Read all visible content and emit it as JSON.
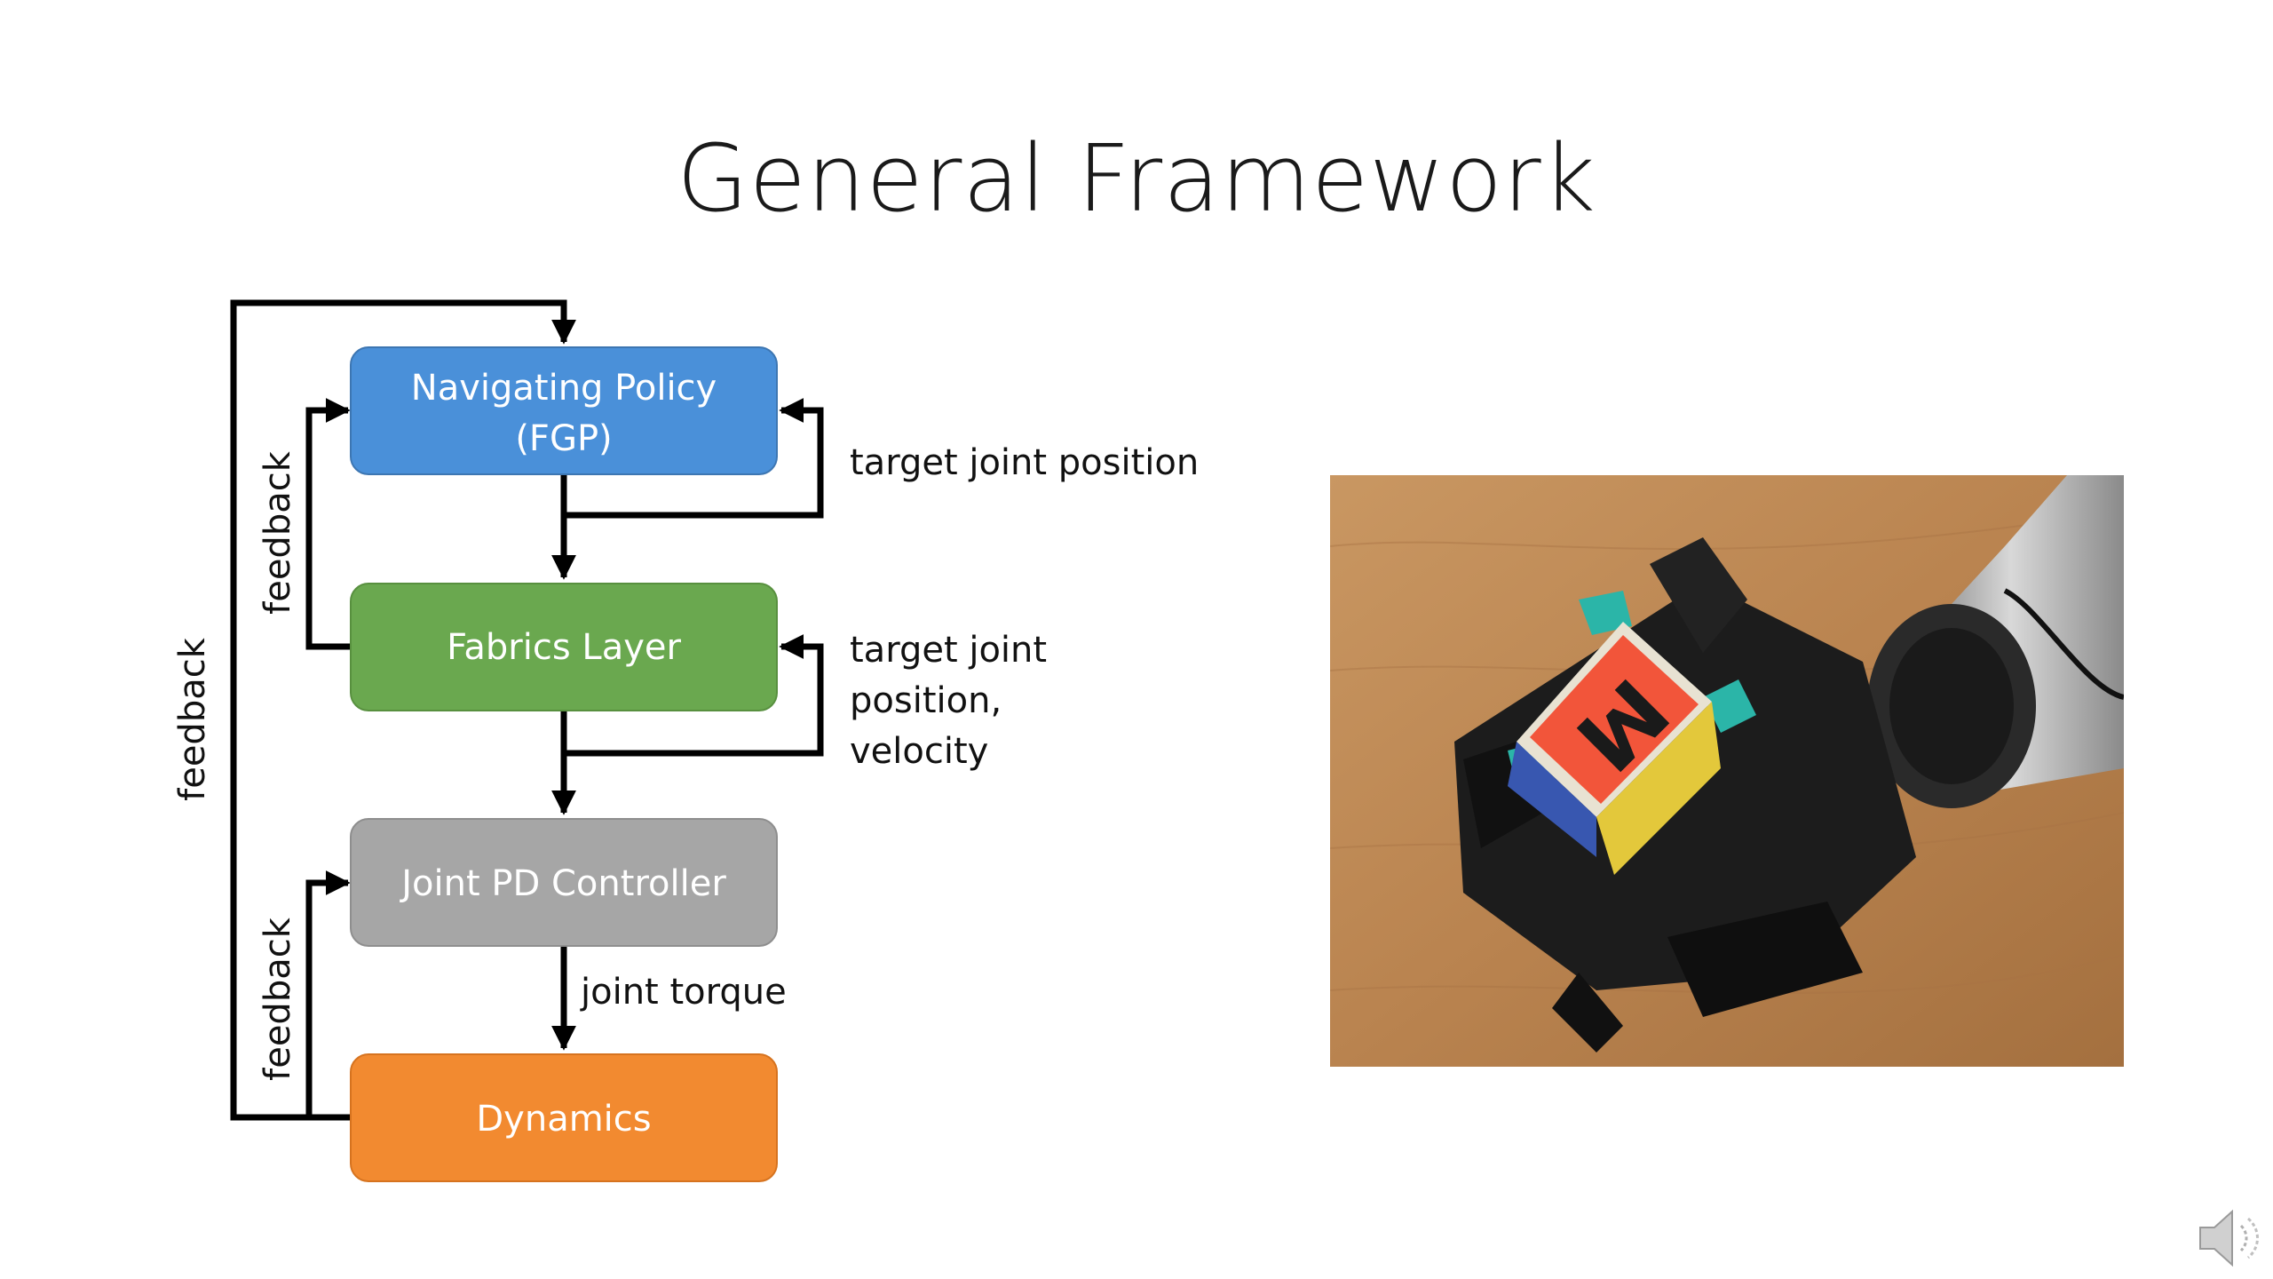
{
  "slide": {
    "title": "General Framework"
  },
  "diagram": {
    "nodes": [
      {
        "id": "policy",
        "line1": "Navigating Policy",
        "line2": "(FGP)",
        "color": "#4a90d9"
      },
      {
        "id": "fabrics",
        "line1": "Fabrics Layer",
        "color": "#6aa84f"
      },
      {
        "id": "pd",
        "line1": "Joint PD Controller",
        "color": "#a6a6a6"
      },
      {
        "id": "dynamics",
        "line1": "Dynamics",
        "color": "#f28a30"
      }
    ],
    "edge_labels": {
      "policy_to_fabrics": "target joint position",
      "fabrics_to_pd": [
        "target joint",
        "position,",
        "velocity"
      ],
      "pd_to_dynamics": "joint torque"
    },
    "feedback_label": "feedback"
  },
  "photo": {
    "cube_letter": "M"
  },
  "icons": {
    "speaker": "speaker-icon"
  }
}
